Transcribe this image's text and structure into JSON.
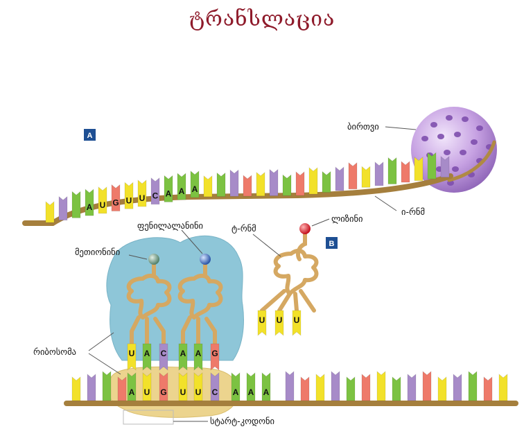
{
  "title": "ტრანსლაცია",
  "panels": {
    "a": "A",
    "b": "B"
  },
  "labels": {
    "ribosome_sphere": "ბირთვი",
    "mrna": "ი-რნმ",
    "lysine": "ლიზინი",
    "trna": "ტ-რნმ",
    "phenylalanine": "ფენილალანინი",
    "methionine": "მეთიონინი",
    "ribosome": "რიბოსომა",
    "start_codon": "სტარტ-კოდონი"
  },
  "sequences": {
    "mrna_a": [
      "A",
      "U",
      "G",
      "U",
      "U",
      "C",
      "A",
      "A",
      "A"
    ],
    "trna_b": [
      "U",
      "U",
      "U"
    ],
    "anticodons": [
      "U",
      "A",
      "C",
      "A",
      "A",
      "G"
    ],
    "mrna_lower": [
      "A",
      "U",
      "G",
      "U",
      "U",
      "C",
      "A",
      "A",
      "A"
    ]
  },
  "colors": {
    "title": "#8e1a2a",
    "nucleotide_yellow": "#f2e12a",
    "nucleotide_green": "#7cc242",
    "nucleotide_purple": "#a78bc8",
    "nucleotide_red": "#ee7a6a",
    "backbone": "#b08a43",
    "trna_body": "#d5a862",
    "ribosome_blue": "#8ec6d8",
    "ribosome_yellow": "#ecd48e",
    "sphere": "#c9a6e4",
    "badge": "#1e4f93",
    "lysine_ball": "#e0303a",
    "methionine_ball": "#7aa08a",
    "phenylalanine_ball": "#3d6cc0"
  }
}
